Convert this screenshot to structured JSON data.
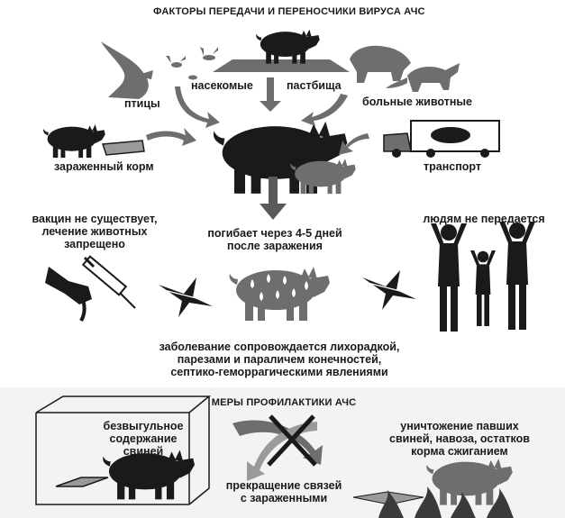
{
  "top_title": "ФАКТОРЫ ПЕРЕДАЧИ И ПЕРЕНОСЧИКИ ВИРУСА АЧС",
  "labels": {
    "birds": "птицы",
    "insects": "насекомые",
    "pastures": "пастбища",
    "sick_animals": "больные животные",
    "infected_feed": "зараженный корм",
    "transport": "транспорт",
    "no_vaccine": "вакцин не существует,\nлечение животных\nзапрещено",
    "death": "погибает через 4-5 дней\nпосле заражения",
    "not_human": "людям не передается",
    "symptoms": "заболевание сопровождается лихорадкой,\nпарезами и параличем конечностей,\nсептико-геморрагическими явлениями"
  },
  "prevention": {
    "title": "МЕРЫ ПРОФИЛАКТИКИ АЧС",
    "indoor": "безвыгульное\nсодержание\nсвиней",
    "cut_contacts": "прекращение связей\nс зараженными",
    "destroy": "уничтожение павших\nсвиней, навоза, остатков\nкорма сжиганием"
  },
  "colors": {
    "ink": "#1a1a1a",
    "gray": "#6e6e6e",
    "light": "#9a9a9a",
    "band": "#f3f3f3"
  }
}
